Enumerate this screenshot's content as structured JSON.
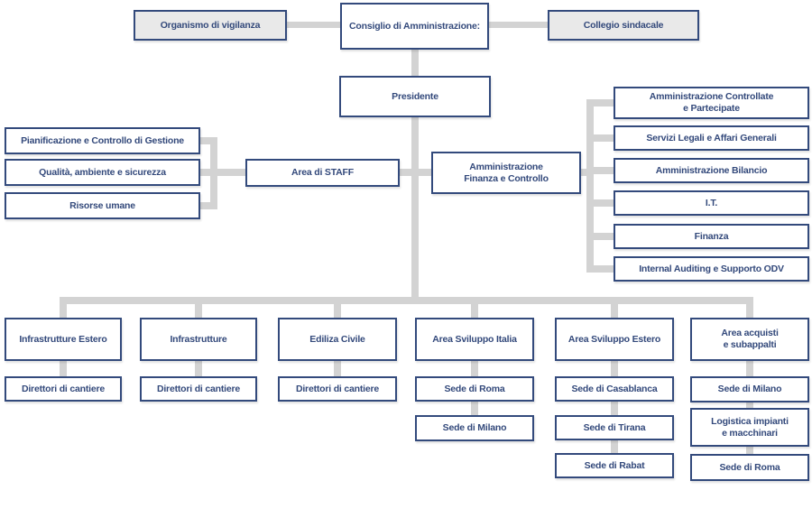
{
  "colors": {
    "box_border": "#334a7c",
    "box_text": "#33497b",
    "connector": "#d3d3d3",
    "gray_fill": "#e9e9e9",
    "white_fill": "#ffffff"
  },
  "nodes": {
    "organismo": "Organismo di vigilanza",
    "consiglio": "Consiglio di Amministrazione:",
    "collegio": "Collegio sindacale",
    "presidente": "Presidente",
    "staff_left": [
      "Pianificazione e Controllo di Gestione",
      "Qualità, ambiente e sicurezza",
      "Risorse umane"
    ],
    "area_staff": "Area di STAFF",
    "afc": "Amministrazione\nFinanza e Controllo",
    "afc_children": [
      "Amministrazione Controllate\ne Partecipate",
      "Servizi Legali e Affari Generali",
      "Amministrazione Bilancio",
      "I.T.",
      "Finanza",
      "Internal Auditing e Supporto ODV"
    ],
    "operative_columns": [
      {
        "head": "Infrastrutture Estero",
        "children": [
          "Direttori di cantiere"
        ]
      },
      {
        "head": "Infrastrutture",
        "children": [
          "Direttori di cantiere"
        ]
      },
      {
        "head": "Ediliza Civile",
        "children": [
          "Direttori di cantiere"
        ]
      },
      {
        "head": "Area Sviluppo Italia",
        "children": [
          "Sede di Roma",
          "Sede di Milano"
        ]
      },
      {
        "head": "Area Sviluppo Estero",
        "children": [
          "Sede di Casablanca",
          "Sede di Tirana",
          "Sede di Rabat"
        ]
      },
      {
        "head": "Area acquisti\ne subappalti",
        "children": [
          "Sede di Milano",
          "Logistica impianti\ne macchinari",
          "Sede di Roma"
        ]
      }
    ]
  }
}
